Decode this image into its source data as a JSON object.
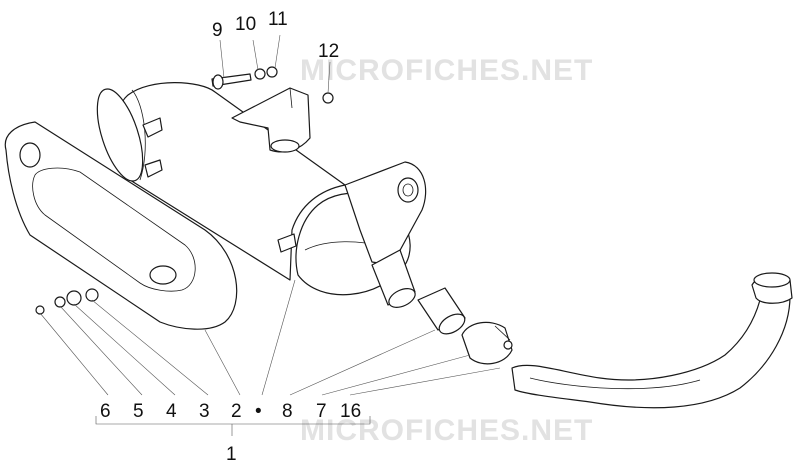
{
  "watermark": {
    "text": "MICROFICHES.NET"
  },
  "callouts": {
    "c9": "9",
    "c10": "10",
    "c11": "11",
    "c12": "12",
    "c6": "6",
    "c5": "5",
    "c4": "4",
    "c3": "3",
    "c2": "2",
    "c8": "8",
    "c7": "7",
    "c16": "16",
    "c1": "1",
    "dot": "•"
  }
}
